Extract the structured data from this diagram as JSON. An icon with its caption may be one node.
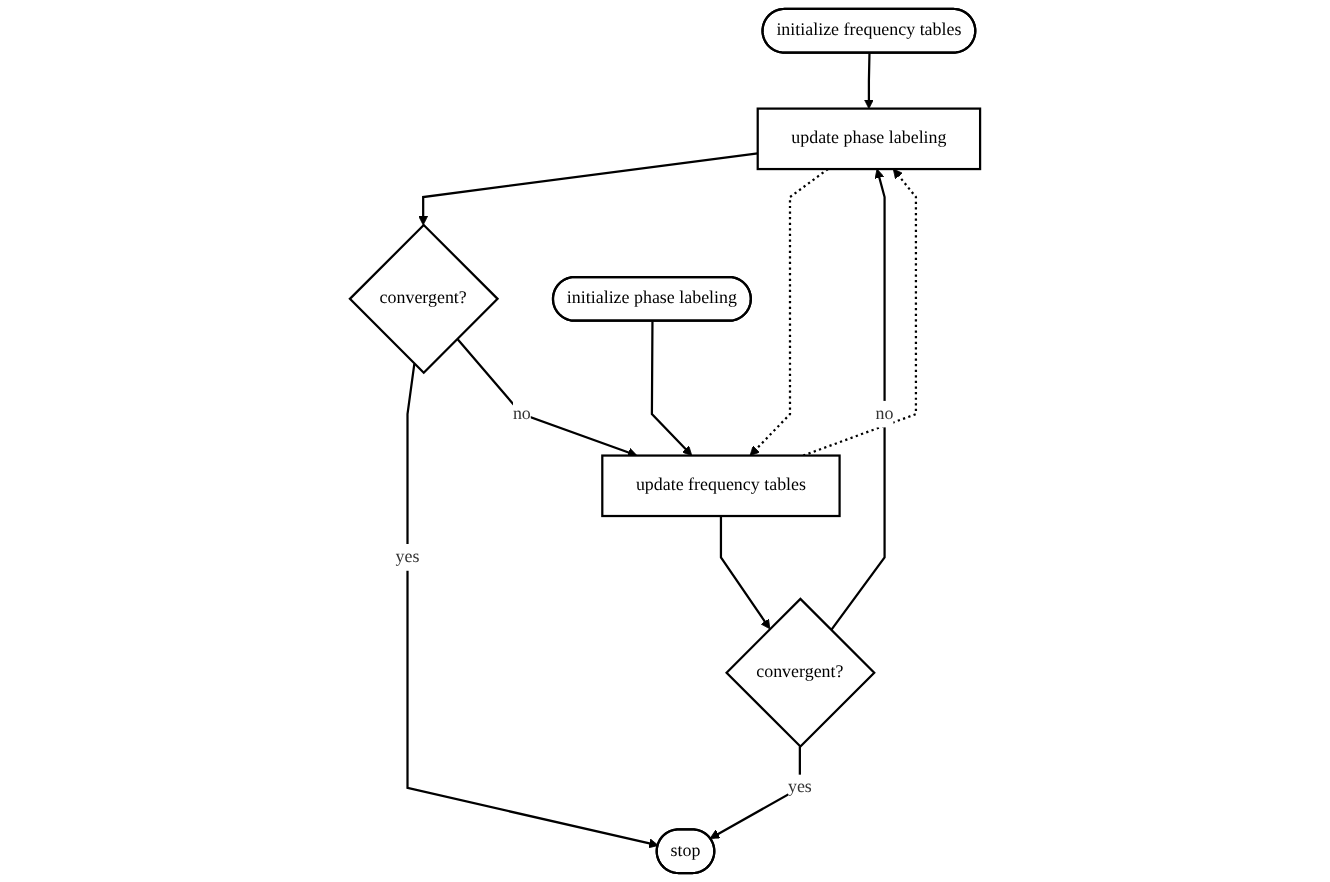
{
  "diagram": {
    "nodes": [
      {
        "text": [
          "initialize frequency tables"
        ]
      },
      {
        "text": [
          "convergent?"
        ]
      },
      {
        "text": [
          "update frequency tables"
        ]
      },
      {
        "text": [
          "stop"
        ]
      },
      {
        "text": [
          "update phase labeling"
        ]
      },
      {
        "text": [
          "convergent?"
        ]
      },
      {
        "text": [
          "initialize phase labeling"
        ]
      }
    ],
    "edges": [
      {
        "from": 0,
        "to": 4,
        "arrow": "to"
      },
      {
        "from": 6,
        "to": 2,
        "arrow": "to"
      },
      {
        "from": 2,
        "to": 1,
        "arrow": "to"
      },
      {
        "from": 1,
        "to": 3,
        "label": "yes",
        "arrow": "to"
      },
      {
        "from": 1,
        "to": 4,
        "label": "no",
        "arrow": "to"
      },
      {
        "from": 2,
        "to": 4,
        "arrow": "to",
        "style": "dashed"
      },
      {
        "from": 4,
        "to": 5,
        "arrow": "to"
      },
      {
        "from": 5,
        "to": 3,
        "label": "yes",
        "arrow": "to"
      },
      {
        "from": 5,
        "to": 2,
        "label": "no",
        "arrow": "to"
      },
      {
        "from": 4,
        "to": 2,
        "arrow": "to",
        "style": "dashed"
      }
    ]
  }
}
